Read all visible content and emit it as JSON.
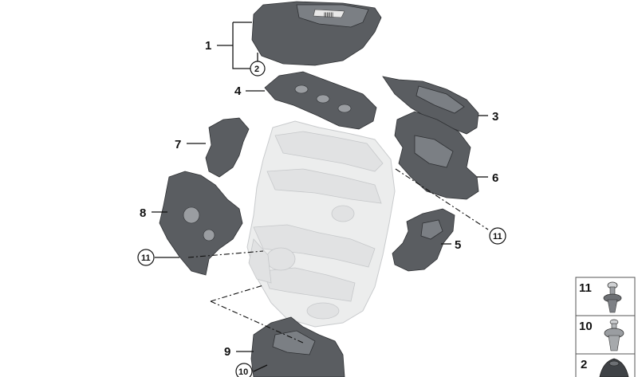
{
  "callouts": [
    {
      "id": "1",
      "label": "1",
      "circled": false
    },
    {
      "id": "2",
      "label": "2",
      "circled": true
    },
    {
      "id": "3",
      "label": "3",
      "circled": false
    },
    {
      "id": "4",
      "label": "4",
      "circled": false
    },
    {
      "id": "5",
      "label": "5",
      "circled": false
    },
    {
      "id": "6",
      "label": "6",
      "circled": false
    },
    {
      "id": "7",
      "label": "7",
      "circled": false
    },
    {
      "id": "8",
      "label": "8",
      "circled": false
    },
    {
      "id": "9",
      "label": "9",
      "circled": false
    },
    {
      "id": "10",
      "label": "10",
      "circled": true
    },
    {
      "id": "11a",
      "label": "11",
      "circled": true
    },
    {
      "id": "11b",
      "label": "11",
      "circled": true
    }
  ],
  "legend": [
    {
      "label": "11",
      "icon": "push-rivet-icon"
    },
    {
      "label": "10",
      "icon": "expanding-rivet-icon"
    },
    {
      "label": "2",
      "icon": "rubber-grommet-icon"
    }
  ],
  "colors": {
    "part": "#5a5d61",
    "engine": "#eceded",
    "line": "#111111"
  }
}
